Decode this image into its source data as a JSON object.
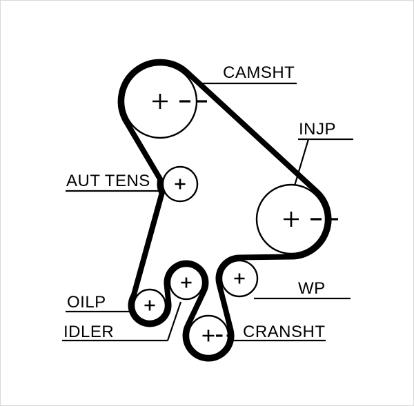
{
  "diagram": {
    "labels": {
      "camsht": "CAMSHT",
      "injp": "INJP",
      "aut_tens": "AUT TENS",
      "wp": "WP",
      "oilp": "OILP",
      "idler": "IDLER",
      "cransht": "CRANSHT"
    },
    "colors": {
      "belt": "#000000",
      "outline": "#000000",
      "text": "#000000",
      "background": "#ffffff"
    }
  }
}
